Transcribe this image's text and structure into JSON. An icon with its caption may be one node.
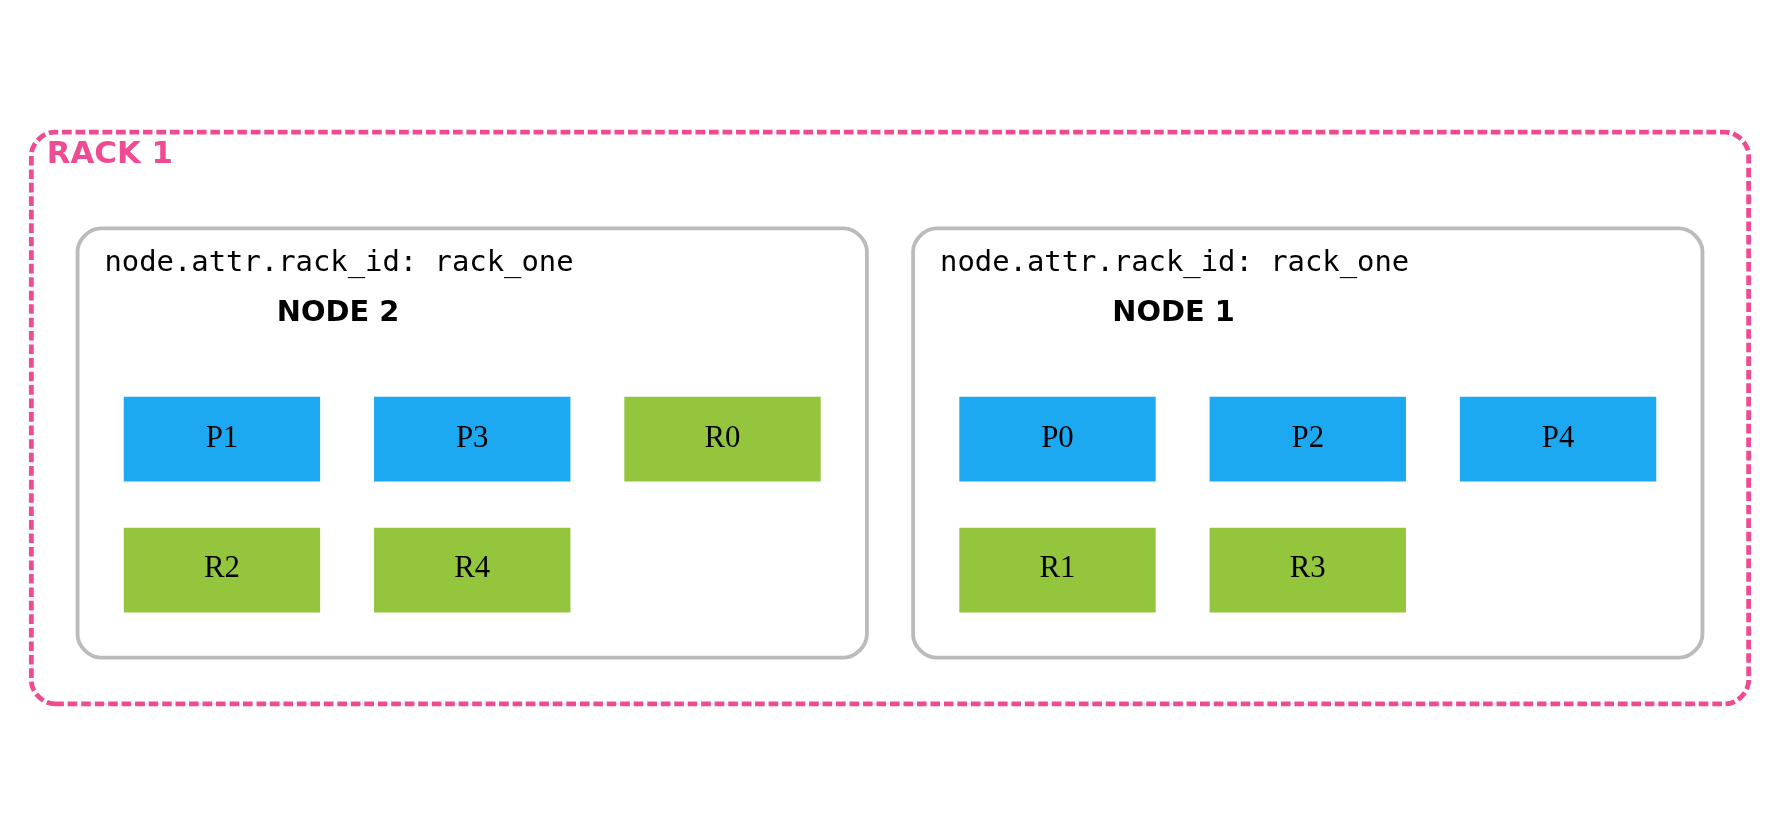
{
  "diagram": {
    "nodes": [
      {
        "text": [
          "RACK 1"
        ]
      },
      {
        "text": [
          "node.attr.rack_id: rack_one",
          "NODE 1"
        ],
        "in": 0
      },
      {
        "text": [
          "P0"
        ],
        "in": 1
      },
      {
        "text": [
          "P2"
        ],
        "in": 1
      },
      {
        "text": [
          "P4"
        ],
        "in": 1
      },
      {
        "text": [
          "R1"
        ],
        "in": 1
      },
      {
        "text": [
          "R3"
        ],
        "in": 1
      },
      {
        "text": [
          "node.attr.rack_id: rack_one",
          "NODE 2"
        ],
        "in": 0
      },
      {
        "text": [
          "P1"
        ],
        "in": 7
      },
      {
        "text": [
          "P3"
        ],
        "in": 7
      },
      {
        "text": [
          "R0"
        ],
        "in": 7
      },
      {
        "text": [
          "R2"
        ],
        "in": 7
      },
      {
        "text": [
          "R4"
        ],
        "in": 7
      }
    ],
    "edges": []
  }
}
